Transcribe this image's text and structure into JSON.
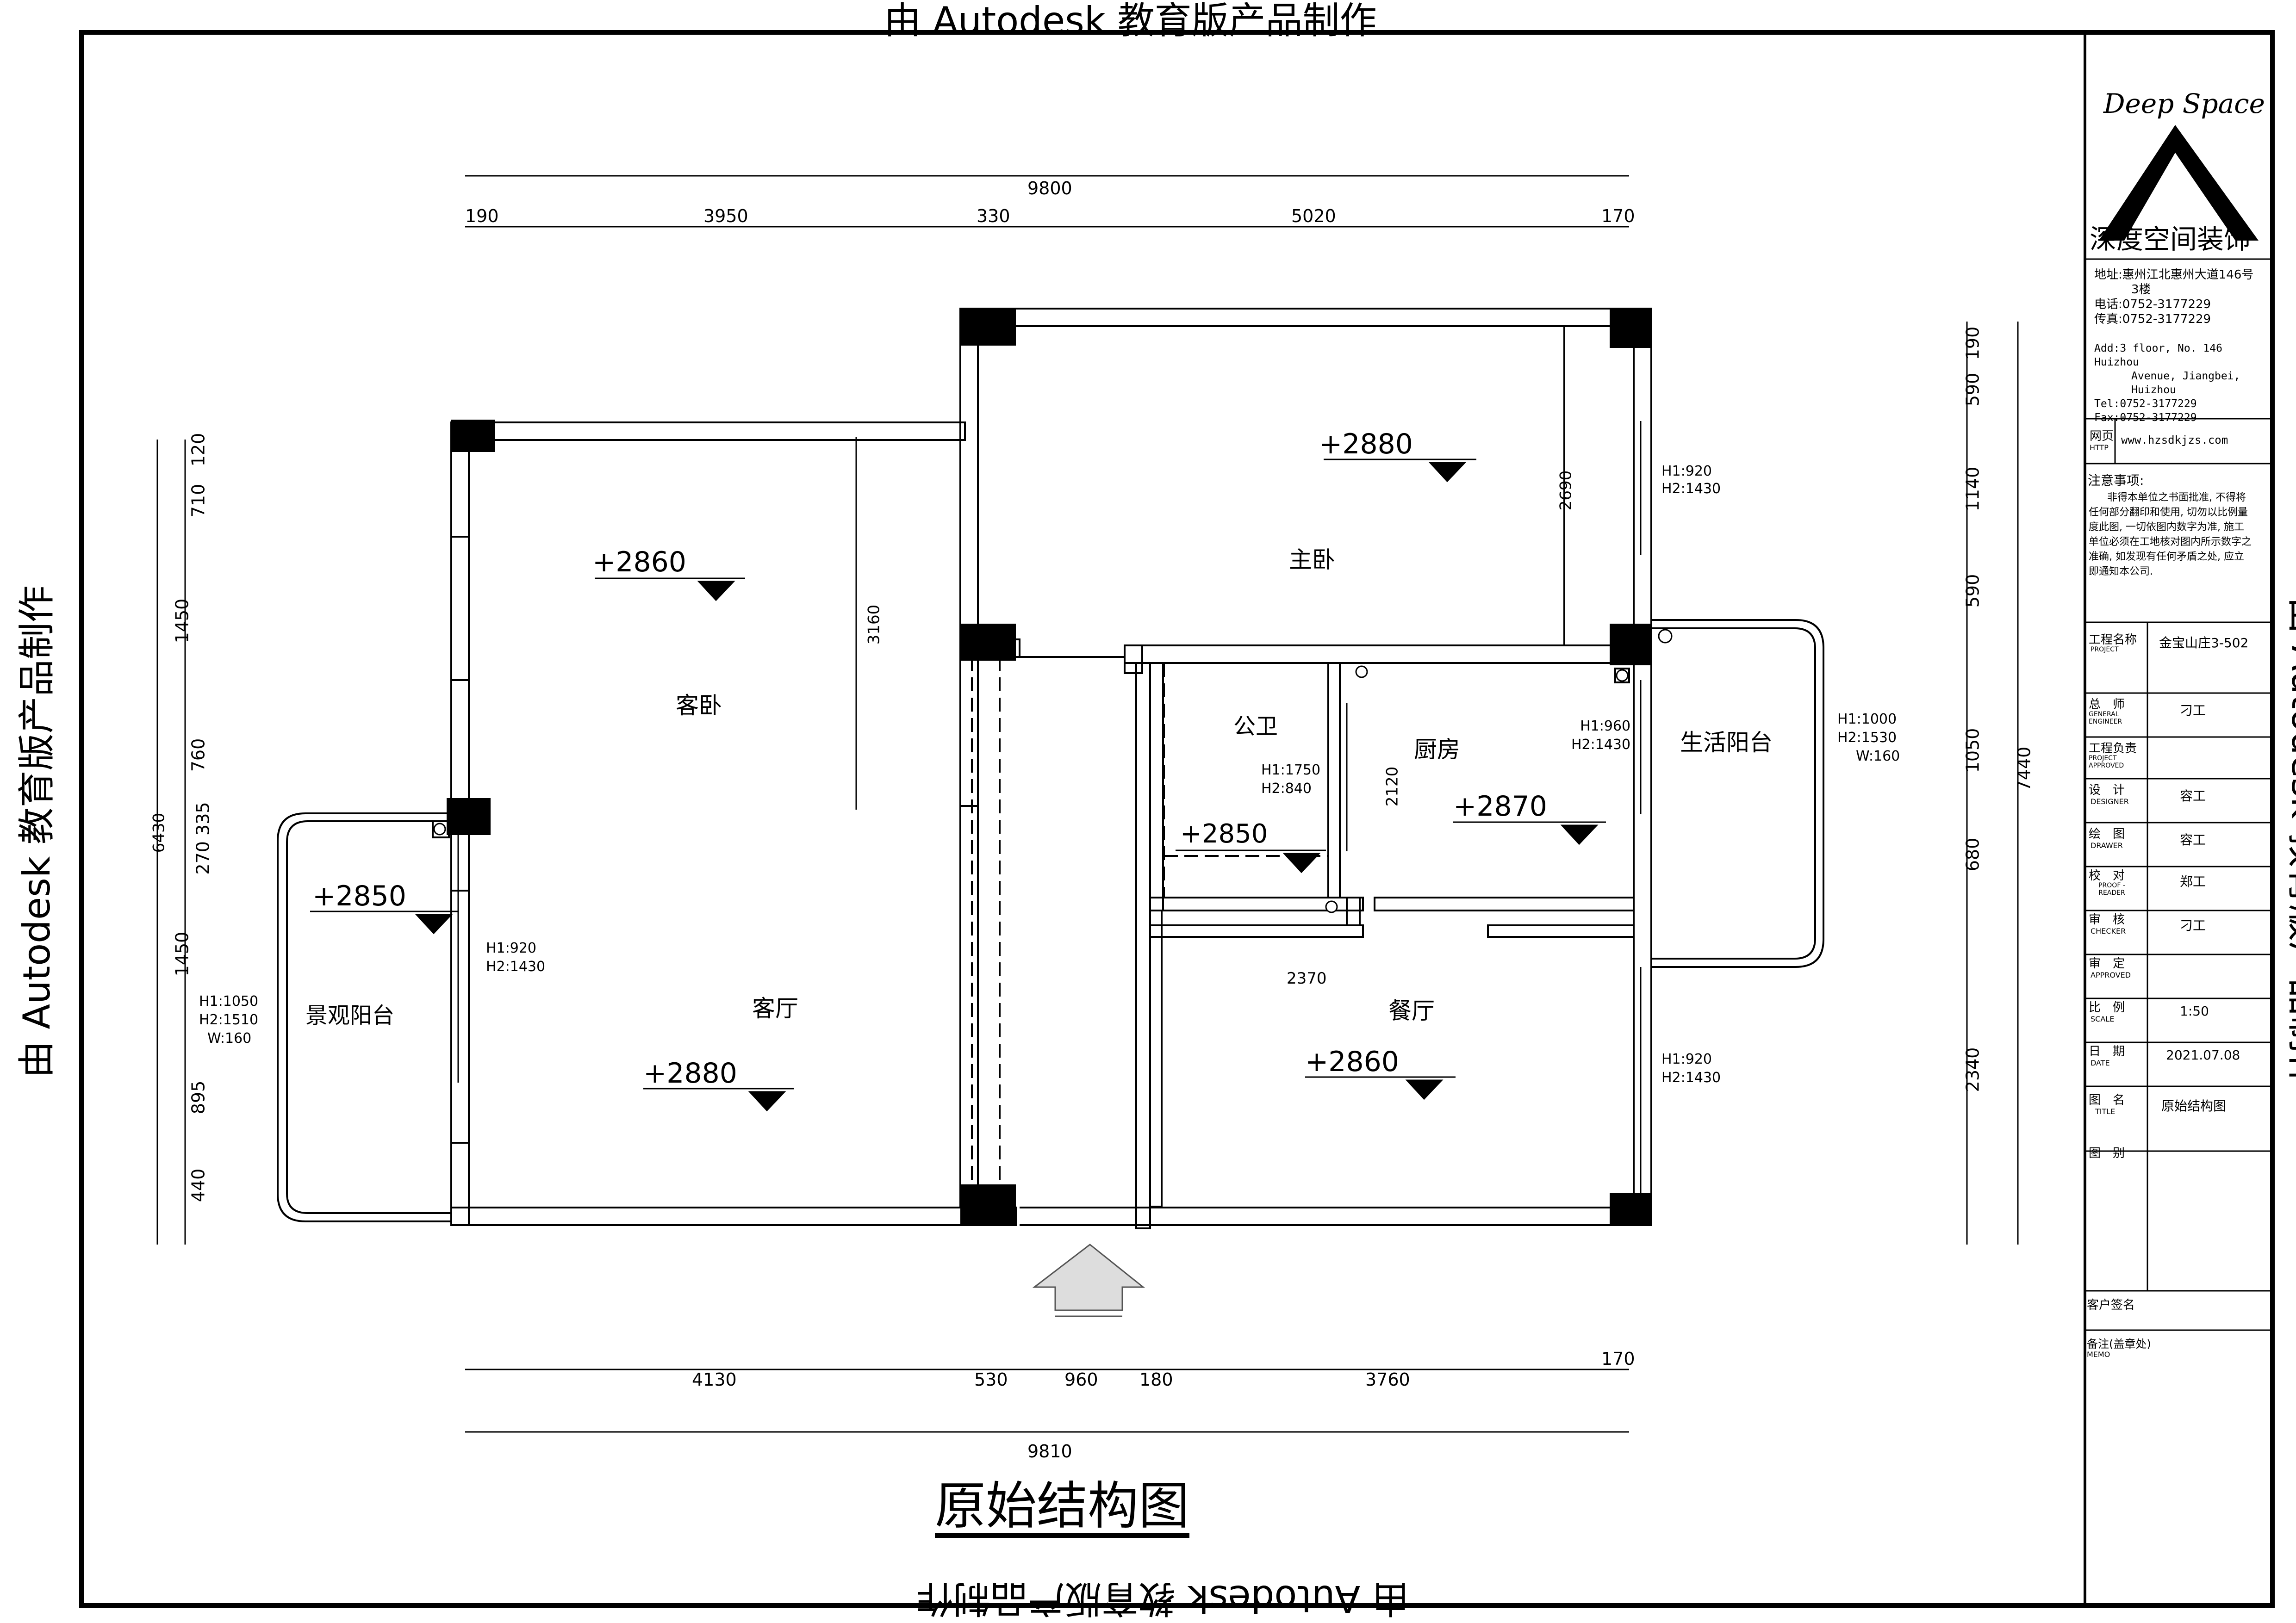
{
  "watermark": "由 Autodesk 教育版产品制作",
  "title": "原始结构图",
  "dimensions": {
    "top_total": "9800",
    "top_segments": [
      "190",
      "3950",
      "330",
      "5020",
      "170"
    ],
    "bottom_segments": [
      "4130",
      "530",
      "960",
      "180",
      "3760",
      "170"
    ],
    "bottom_total": "9810",
    "left_total": "6430",
    "left_main": [
      "1450",
      "1450"
    ],
    "left_segments": [
      "120",
      "710",
      "760",
      "270 335",
      "895",
      "440"
    ],
    "right_total": "7440",
    "right_segments": [
      "190",
      "590",
      "1140",
      "590",
      "1050",
      "680",
      "2340"
    ],
    "inner": [
      "2690",
      "3160",
      "2120",
      "2370"
    ]
  },
  "rooms": [
    {
      "name": "主卧",
      "level": "+2880"
    },
    {
      "name": "客卧",
      "level": "+2860"
    },
    {
      "name": "公卫",
      "level": "+2850"
    },
    {
      "name": "厨房",
      "level": "+2870"
    },
    {
      "name": "生活阳台",
      "level": ""
    },
    {
      "name": "客厅",
      "level": "+2880"
    },
    {
      "name": "餐厅",
      "level": "+2860"
    },
    {
      "name": "景观阳台",
      "level": "+2850"
    }
  ],
  "windows": {
    "master": [
      "H1:920",
      "H2:1430"
    ],
    "bath": [
      "H1:1750",
      "H2:840"
    ],
    "kitchen": [
      "H1:960",
      "H2:1430"
    ],
    "service_balcony": [
      "H1:1000",
      "H2:1530",
      "W:160"
    ],
    "living": [
      "H1:920",
      "H2:1430"
    ],
    "dining": [
      "H1:920",
      "H2:1430"
    ],
    "landscape_balcony": [
      "H1:1050",
      "H2:1510",
      "W:160"
    ]
  },
  "title_block": {
    "logo_text": "Deep Space",
    "company": "深度空间装饰",
    "address_lines": [
      "地址:惠州江北惠州大道146号",
      "3楼",
      "电话:0752-3177229",
      "传真:0752-3177229"
    ],
    "address_en": [
      "Add:3 floor, No. 146 Huizhou",
      "Avenue, Jiangbei,",
      "Huizhou",
      "Tel:0752-3177229",
      "Fax:0752-3177229"
    ],
    "web_label": "网页",
    "web_label_en": "HTTP",
    "web": "www.hzsdkjzs.com",
    "notes_label": "注意事项:",
    "notes": [
      "非得本单位之书面批准, 不得将",
      "任何部分翻印和使用, 切勿以比例量",
      "度此图, 一切依图内数字为准, 施工",
      "单位必须在工地核对图内所示数字之",
      "准确, 如发现有任何矛盾之处, 应立",
      "即通知本公司."
    ],
    "rows": [
      {
        "label": "工程名称",
        "label_en": "PROJECT",
        "value": "金宝山庄3-502"
      },
      {
        "label": "总　师",
        "label_en": "GENERAL ENGINEER",
        "value": "刁工"
      },
      {
        "label": "工程负责",
        "label_en": "PROJECT APPROVED",
        "value": ""
      },
      {
        "label": "设　计",
        "label_en": "DESIGNER",
        "value": "容工"
      },
      {
        "label": "绘　图",
        "label_en": "DRAWER",
        "value": "容工"
      },
      {
        "label": "校　对",
        "label_en": "PROOF -READER",
        "value": "郑工"
      },
      {
        "label": "审　核",
        "label_en": "CHECKER",
        "value": "刁工"
      },
      {
        "label": "审　定",
        "label_en": "APPROVED",
        "value": ""
      },
      {
        "label": "比　例",
        "label_en": "SCALE",
        "value": "1:50"
      },
      {
        "label": "日　期",
        "label_en": "DATE",
        "value": "2021.07.08"
      },
      {
        "label": "图　名",
        "label_en": "TITLE",
        "value": "原始结构图"
      },
      {
        "label": "图　别",
        "label_en": "",
        "value": ""
      }
    ],
    "client_sign": "客户签名",
    "memo": "备注(盖章处)",
    "memo_en": "MEMO"
  }
}
